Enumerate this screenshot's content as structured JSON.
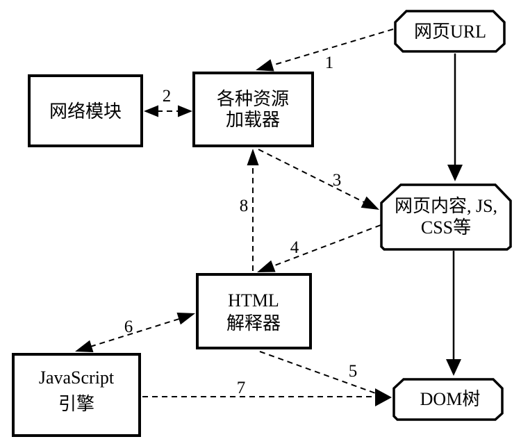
{
  "diagram": {
    "colors": {
      "ink": "#000000",
      "background": "#ffffff"
    },
    "nodes": {
      "web_url": {
        "label": "网页URL"
      },
      "network_module": {
        "label": "网络模块"
      },
      "resource_loader": {
        "label_line1": "各种资源",
        "label_line2": "加载器"
      },
      "web_content": {
        "label_line1": "网页内容, JS,",
        "label_line2": "CSS等"
      },
      "html_interpreter": {
        "label_line1": "HTML",
        "label_line2": "解释器"
      },
      "js_engine": {
        "label_line1": "JavaScript",
        "label_line2": "引擎"
      },
      "dom_tree": {
        "label": "DOM树"
      }
    },
    "edges": {
      "e1": {
        "label": "1",
        "from": "web_url",
        "to": "resource_loader",
        "style": "dashed"
      },
      "e2": {
        "label": "2",
        "from": "network_module",
        "to": "resource_loader",
        "style": "dashed-double"
      },
      "e3": {
        "label": "3",
        "from": "resource_loader",
        "to": "web_content",
        "style": "dashed"
      },
      "e4": {
        "label": "4",
        "from": "web_content",
        "to": "html_interpreter",
        "style": "dashed"
      },
      "e5": {
        "label": "5",
        "from": "html_interpreter",
        "to": "dom_tree",
        "style": "dashed"
      },
      "e6": {
        "label": "6",
        "from": "html_interpreter",
        "to": "js_engine",
        "style": "dashed-double"
      },
      "e7": {
        "label": "7",
        "from": "js_engine",
        "to": "dom_tree",
        "style": "dashed"
      },
      "e8": {
        "label": "8",
        "from": "html_interpreter",
        "to": "resource_loader",
        "style": "dashed"
      },
      "s1": {
        "label": "",
        "from": "web_url",
        "to": "web_content",
        "style": "solid"
      },
      "s2": {
        "label": "",
        "from": "web_content",
        "to": "dom_tree",
        "style": "solid"
      }
    }
  }
}
